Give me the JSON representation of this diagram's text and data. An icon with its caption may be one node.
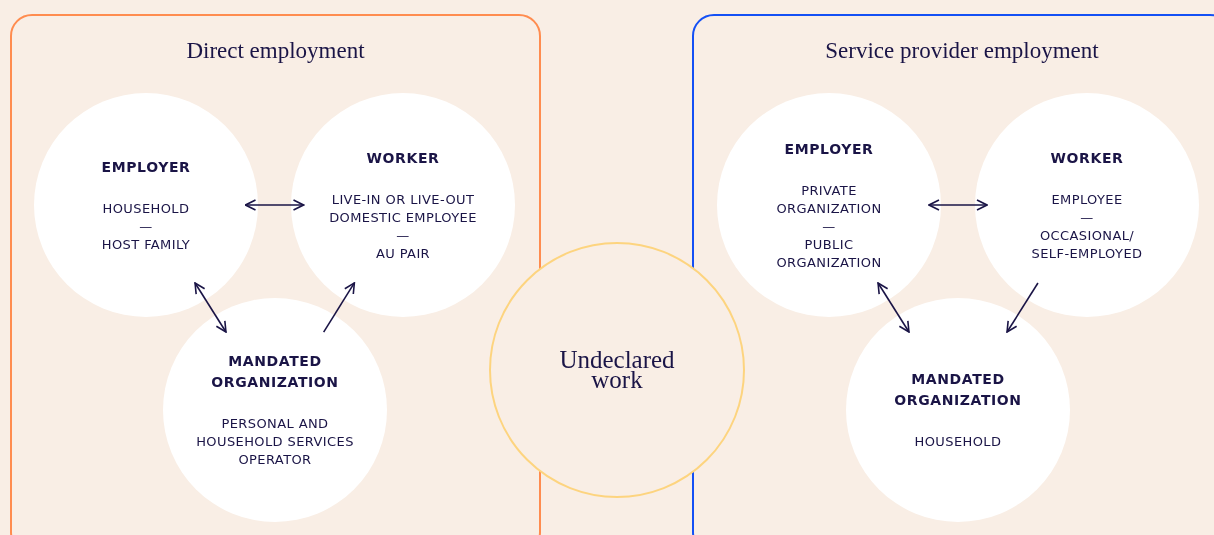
{
  "diagram": {
    "nodes": [
      {
        "text": [
          "Direct employment"
        ]
      },
      {
        "text": [
          "EMPLOYER",
          "HOUSEHOLD",
          "—",
          "HOST FAMILY"
        ],
        "in": 0
      },
      {
        "text": [
          "WORKER",
          "LIVE-IN OR LIVE-OUT DOMESTIC EMPLOYEE",
          "—",
          "AU PAIR"
        ],
        "in": 0
      },
      {
        "text": [
          "MANDATED ORGANIZATION",
          "PERSONAL AND HOUSEHOLD SERVICES OPERATOR"
        ],
        "in": 0
      },
      {
        "text": [
          "Undeclared work"
        ]
      },
      {
        "text": [
          "Service provider employment"
        ]
      },
      {
        "text": [
          "EMPLOYER",
          "PRIVATE ORGANIZATION",
          "—",
          "PUBLIC ORGANIZATION"
        ],
        "in": 5
      },
      {
        "text": [
          "WORKER",
          "EMPLOYEE",
          "—",
          "OCCASIONAL/ SELF-EMPLOYED"
        ],
        "in": 5
      },
      {
        "text": [
          "MANDATED ORGANIZATION",
          "HOUSEHOLD"
        ],
        "in": 5
      }
    ],
    "edges": [
      {
        "from": 1,
        "to": 2,
        "arrow": "both"
      },
      {
        "from": 1,
        "to": 3,
        "arrow": "both"
      },
      {
        "from": 3,
        "to": 2,
        "arrow": "to"
      },
      {
        "from": 6,
        "to": 7,
        "arrow": "both"
      },
      {
        "from": 6,
        "to": 8,
        "arrow": "both"
      },
      {
        "from": 7,
        "to": 8,
        "arrow": "to"
      }
    ]
  }
}
